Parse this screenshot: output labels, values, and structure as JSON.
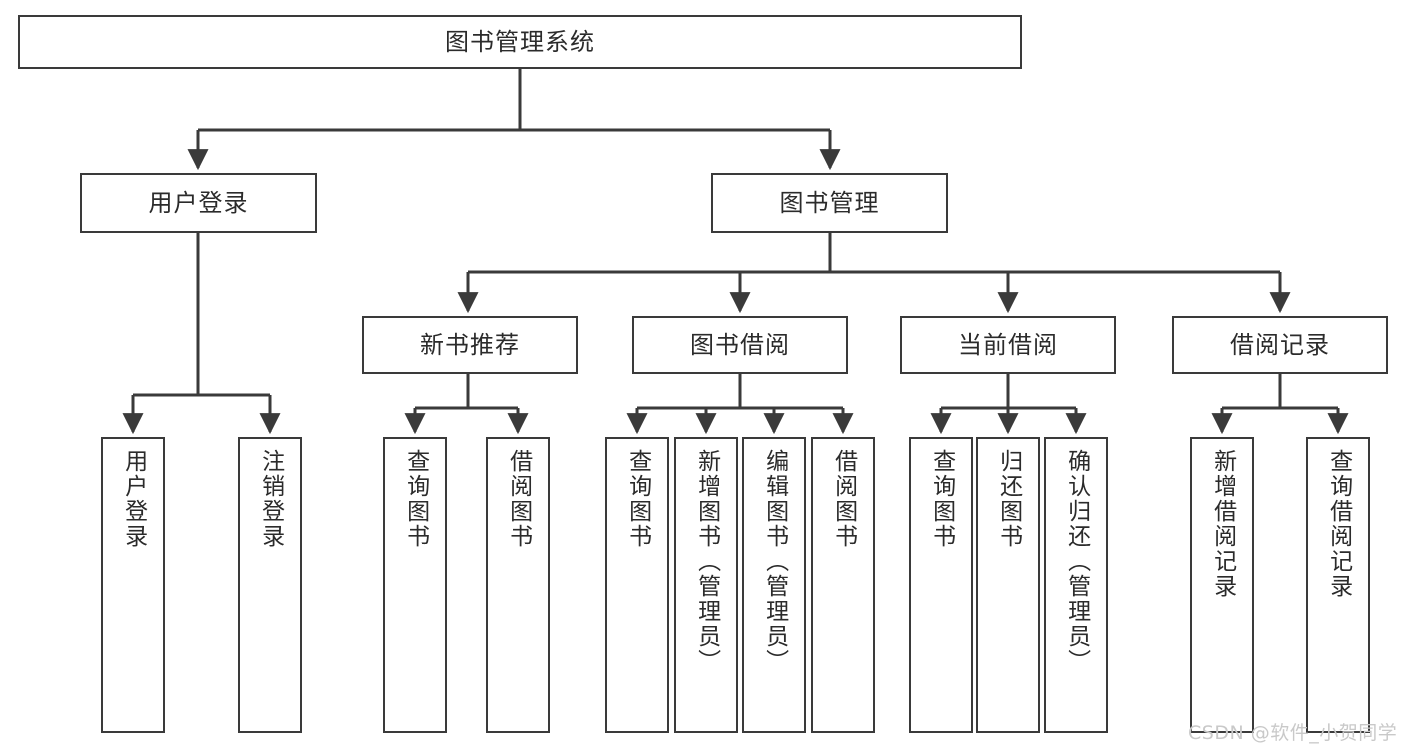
{
  "diagram": {
    "title": "图书管理系统",
    "type": "tree",
    "orientation": "top-down",
    "colors": {
      "background": "#ffffff",
      "node_fill": "#ffffff",
      "node_stroke": "#3a3a3a",
      "edge_stroke": "#3a3a3a",
      "text": "#2b2b2b",
      "watermark": "#c9c9c9"
    },
    "levels": {
      "root": [
        "图书管理系统"
      ],
      "level2": [
        "用户登录",
        "图书管理"
      ],
      "level3": [
        "新书推荐",
        "图书借阅",
        "当前借阅",
        "借阅记录"
      ],
      "leaves": [
        "用户登录",
        "注销登录",
        "查询图书",
        "借阅图书",
        "查询图书",
        "新增图书（管理员）",
        "编辑图书（管理员）",
        "借阅图书",
        "查询图书",
        "归还图书",
        "确认归还（管理员）",
        "新增借阅记录",
        "查询借阅记录"
      ]
    },
    "nodes": {
      "root": {
        "label": "图书管理系统"
      },
      "user_login": {
        "label": "用户登录"
      },
      "book_manage": {
        "label": "图书管理"
      },
      "new_book_rec": {
        "label": "新书推荐"
      },
      "book_borrow": {
        "label": "图书借阅"
      },
      "current_borrow": {
        "label": "当前借阅"
      },
      "borrow_record": {
        "label": "借阅记录"
      },
      "leaf_user_login": {
        "label": "用户登录"
      },
      "leaf_logout": {
        "label": "注销登录"
      },
      "leaf_query_book_1": {
        "label": "查询图书"
      },
      "leaf_borrow_book_1": {
        "label": "借阅图书"
      },
      "leaf_query_book_2": {
        "label": "查询图书"
      },
      "leaf_add_book": {
        "label": "新增图书（管理员）"
      },
      "leaf_edit_book": {
        "label": "编辑图书（管理员）"
      },
      "leaf_borrow_book_2": {
        "label": "借阅图书"
      },
      "leaf_query_book_3": {
        "label": "查询图书"
      },
      "leaf_return_book": {
        "label": "归还图书"
      },
      "leaf_confirm_return": {
        "label": "确认归还（管理员）"
      },
      "leaf_add_record": {
        "label": "新增借阅记录"
      },
      "leaf_query_record": {
        "label": "查询借阅记录"
      }
    },
    "edges": [
      {
        "from": "root",
        "to": "user_login"
      },
      {
        "from": "root",
        "to": "book_manage"
      },
      {
        "from": "user_login",
        "to": "leaf_user_login"
      },
      {
        "from": "user_login",
        "to": "leaf_logout"
      },
      {
        "from": "book_manage",
        "to": "new_book_rec"
      },
      {
        "from": "book_manage",
        "to": "book_borrow"
      },
      {
        "from": "book_manage",
        "to": "current_borrow"
      },
      {
        "from": "book_manage",
        "to": "borrow_record"
      },
      {
        "from": "new_book_rec",
        "to": "leaf_query_book_1"
      },
      {
        "from": "new_book_rec",
        "to": "leaf_borrow_book_1"
      },
      {
        "from": "book_borrow",
        "to": "leaf_query_book_2"
      },
      {
        "from": "book_borrow",
        "to": "leaf_add_book"
      },
      {
        "from": "book_borrow",
        "to": "leaf_edit_book"
      },
      {
        "from": "book_borrow",
        "to": "leaf_borrow_book_2"
      },
      {
        "from": "current_borrow",
        "to": "leaf_query_book_3"
      },
      {
        "from": "current_borrow",
        "to": "leaf_return_book"
      },
      {
        "from": "current_borrow",
        "to": "leaf_confirm_return"
      },
      {
        "from": "borrow_record",
        "to": "leaf_add_record"
      },
      {
        "from": "borrow_record",
        "to": "leaf_query_record"
      }
    ]
  },
  "watermark": {
    "text": "CSDN @软件_小贺同学"
  }
}
